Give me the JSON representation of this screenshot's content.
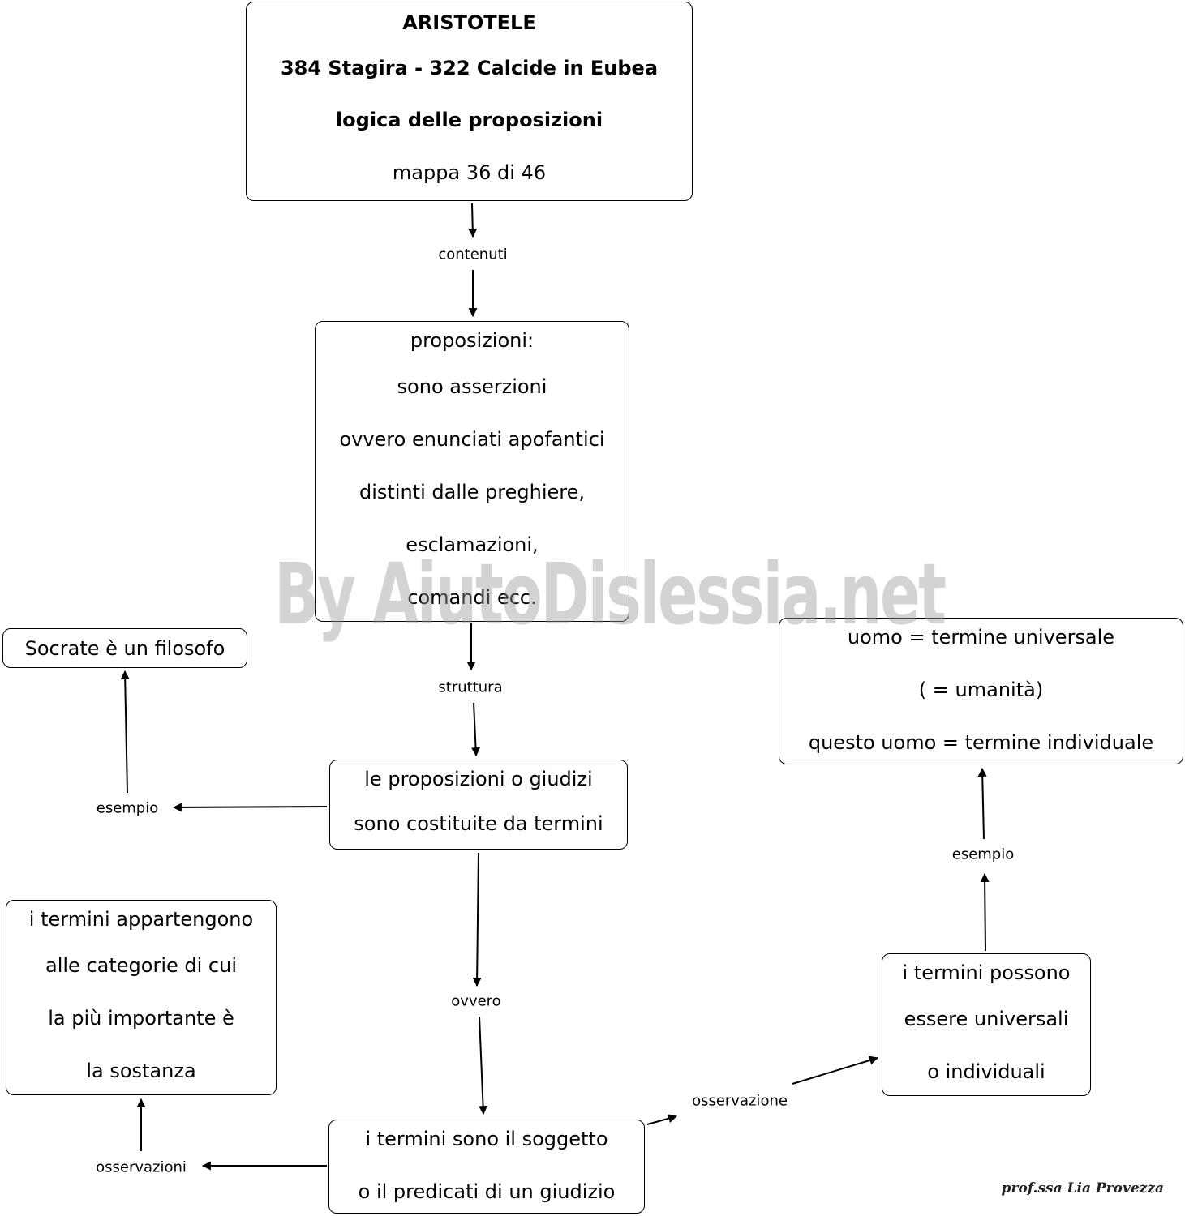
{
  "nodes": {
    "title": {
      "lines": [
        "ARISTOTELE",
        "384 Stagira - 322 Calcide in Eubea",
        "logica delle proposizioni",
        "mappa 36 di 46"
      ]
    },
    "proposizioni": {
      "lines": [
        "proposizioni:",
        "sono asserzioni",
        "ovvero enunciati apofantici",
        "distinti dalle preghiere,",
        "esclamazioni,",
        "comandi ecc."
      ]
    },
    "socrate": {
      "lines": [
        "Socrate è un filosofo"
      ]
    },
    "giudizi": {
      "lines": [
        "le proposizioni o giudizi",
        "sono costituite da termini"
      ]
    },
    "uomo": {
      "lines": [
        "uomo = termine universale",
        "( = umanità)",
        "questo uomo = termine individuale"
      ]
    },
    "categorie": {
      "lines": [
        "i termini appartengono",
        "alle categorie di cui",
        "la più importante è",
        "la sostanza"
      ]
    },
    "possono": {
      "lines": [
        "i termini possono",
        "essere universali",
        "o individuali"
      ]
    },
    "soggetto": {
      "lines": [
        "i termini sono il soggetto",
        "o il  predicati di un giudizio"
      ]
    }
  },
  "links": {
    "contenuti": "contenuti",
    "struttura": "struttura",
    "esempio_left": "esempio",
    "esempio_right": "esempio",
    "ovvero": "ovvero",
    "osservazione": "osservazione",
    "osservazioni": "osservazioni"
  },
  "watermark": "By AiutoDislessia.net",
  "signature": "prof.ssa Lia Provezza",
  "colors": {
    "line": "#000000",
    "watermark": "#969696",
    "background": "#ffffff"
  }
}
